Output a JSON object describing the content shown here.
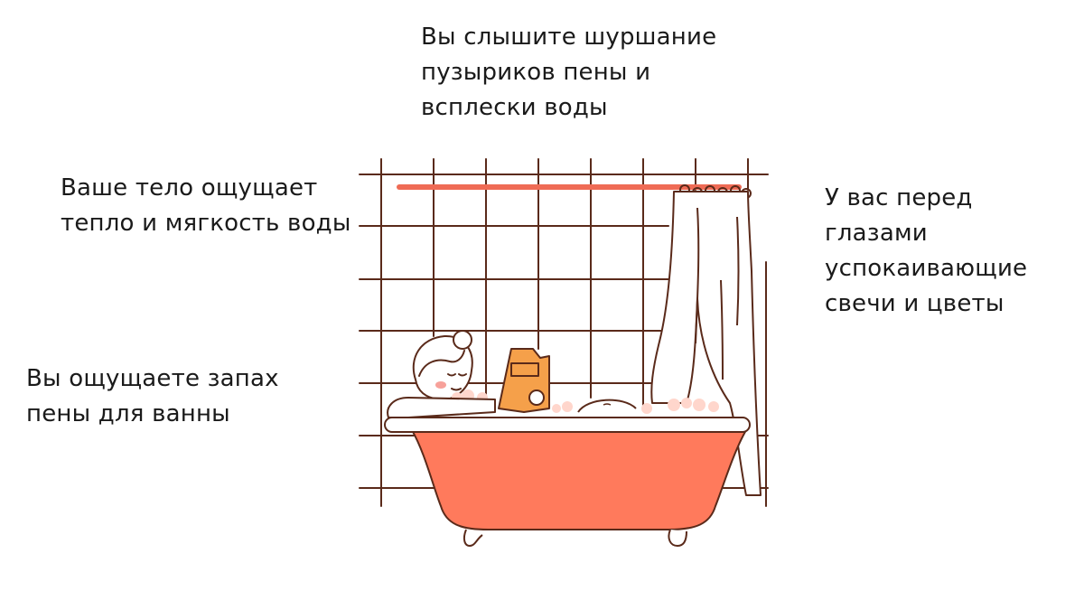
{
  "captions": {
    "top": "Вы слышите шуршание\nпузыриков пены и\nвсплески воды",
    "left": "Ваше тело ощущает\nтепло и мягкость воды",
    "right": "У вас перед\nглазами\nуспокаивающие\nсвечи и цветы",
    "bottom_left": "Вы ощущаете запах\nпены для ванны"
  },
  "illustration": {
    "subject": "person-reading-in-bathtub",
    "colors": {
      "line": "#5a2a1a",
      "tub": "#ff7a5c",
      "rod": "#ef6b55",
      "book": "#f5a04a",
      "foam": "#ffd6cc",
      "cheek": "#f7a19a"
    }
  }
}
